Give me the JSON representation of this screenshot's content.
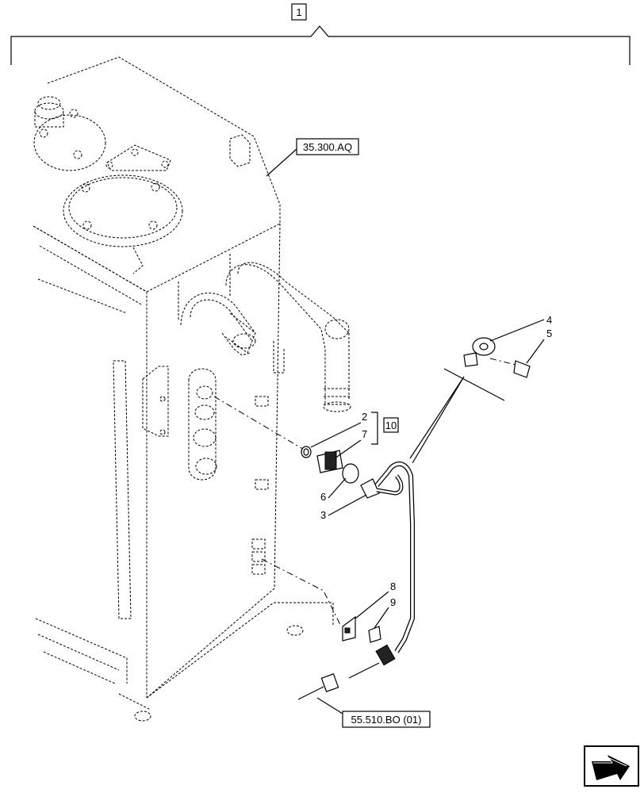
{
  "assembly_ref": "1",
  "kit_ref": "10",
  "ref_labels": {
    "top": "35.300.AQ",
    "bottom": "55.510.BO (01)"
  },
  "callouts": [
    "2",
    "3",
    "4",
    "5",
    "6",
    "7",
    "8",
    "9"
  ],
  "nav_icon": "arrow-next-page-icon"
}
